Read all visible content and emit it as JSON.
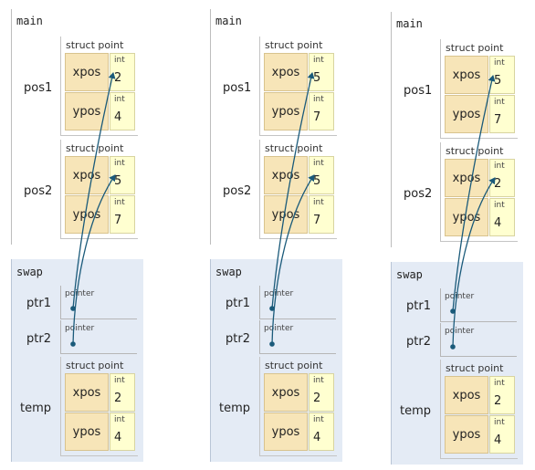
{
  "panels": [
    {
      "main_label": "main",
      "pos1": {
        "name": "pos1",
        "type": "struct point",
        "xpos_name": "xpos",
        "xpos_type": "int",
        "xpos_val": "2",
        "ypos_name": "ypos",
        "ypos_type": "int",
        "ypos_val": "4"
      },
      "pos2": {
        "name": "pos2",
        "type": "struct point",
        "xpos_name": "xpos",
        "xpos_type": "int",
        "xpos_val": "5",
        "ypos_name": "ypos",
        "ypos_type": "int",
        "ypos_val": "7"
      },
      "swap_label": "swap",
      "ptr1": {
        "name": "ptr1",
        "type": "pointer"
      },
      "ptr2": {
        "name": "ptr2",
        "type": "pointer"
      },
      "temp": {
        "name": "temp",
        "type": "struct point",
        "xpos_name": "xpos",
        "xpos_type": "int",
        "xpos_val": "2",
        "ypos_name": "ypos",
        "ypos_type": "int",
        "ypos_val": "4"
      }
    },
    {
      "main_label": "main",
      "pos1": {
        "name": "pos1",
        "type": "struct point",
        "xpos_name": "xpos",
        "xpos_type": "int",
        "xpos_val": "5",
        "ypos_name": "ypos",
        "ypos_type": "int",
        "ypos_val": "7"
      },
      "pos2": {
        "name": "pos2",
        "type": "struct point",
        "xpos_name": "xpos",
        "xpos_type": "int",
        "xpos_val": "5",
        "ypos_name": "ypos",
        "ypos_type": "int",
        "ypos_val": "7"
      },
      "swap_label": "swap",
      "ptr1": {
        "name": "ptr1",
        "type": "pointer"
      },
      "ptr2": {
        "name": "ptr2",
        "type": "pointer"
      },
      "temp": {
        "name": "temp",
        "type": "struct point",
        "xpos_name": "xpos",
        "xpos_type": "int",
        "xpos_val": "2",
        "ypos_name": "ypos",
        "ypos_type": "int",
        "ypos_val": "4"
      }
    },
    {
      "main_label": "main",
      "pos1": {
        "name": "pos1",
        "type": "struct point",
        "xpos_name": "xpos",
        "xpos_type": "int",
        "xpos_val": "5",
        "ypos_name": "ypos",
        "ypos_type": "int",
        "ypos_val": "7"
      },
      "pos2": {
        "name": "pos2",
        "type": "struct point",
        "xpos_name": "xpos",
        "xpos_type": "int",
        "xpos_val": "2",
        "ypos_name": "ypos",
        "ypos_type": "int",
        "ypos_val": "4"
      },
      "swap_label": "swap",
      "ptr1": {
        "name": "ptr1",
        "type": "pointer"
      },
      "ptr2": {
        "name": "ptr2",
        "type": "pointer"
      },
      "temp": {
        "name": "temp",
        "type": "struct point",
        "xpos_name": "xpos",
        "xpos_type": "int",
        "xpos_val": "2",
        "ypos_name": "ypos",
        "ypos_type": "int",
        "ypos_val": "4"
      }
    }
  ],
  "colors": {
    "field_name_bg": "#f7e5b8",
    "field_value_bg": "#ffffd0",
    "swap_frame_bg": "#e4ebf5",
    "arrow": "#1a5a7a"
  }
}
